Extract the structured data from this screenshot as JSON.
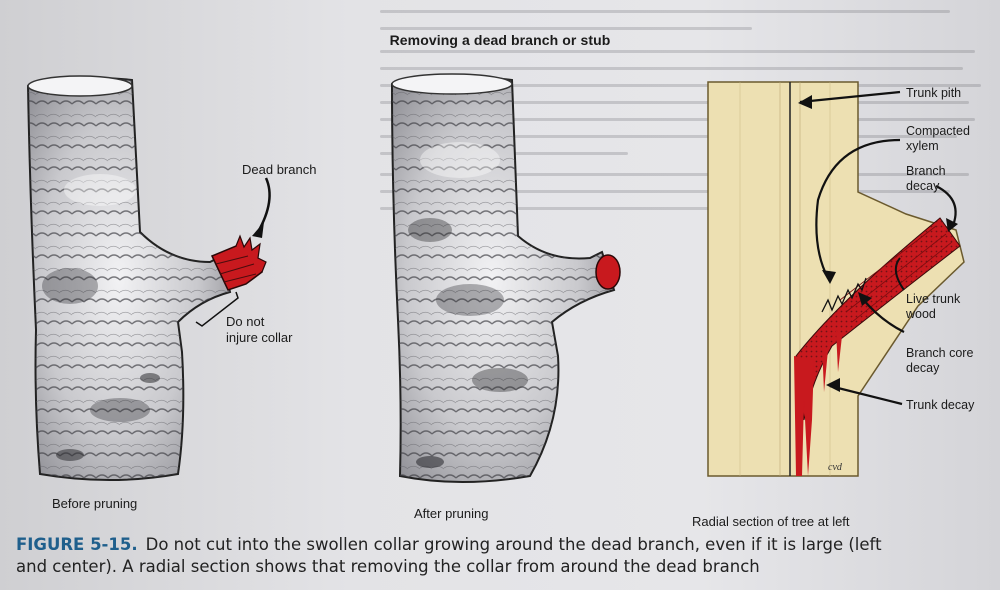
{
  "title": "Removing a dead branch or stub",
  "panels": {
    "before": {
      "caption": "Before pruning",
      "callouts": {
        "dead_branch": "Dead branch",
        "do_not_line1": "Do not",
        "do_not_line2": "injure collar"
      }
    },
    "after": {
      "caption": "After pruning"
    },
    "section": {
      "caption": "Radial section of tree at left",
      "labels": {
        "trunk_pith": "Trunk pith",
        "compacted_line1": "Compacted",
        "compacted_line2": "xylem",
        "branch_decay_line1": "Branch",
        "branch_decay_line2": "decay",
        "live_wood_line1": "Live trunk",
        "live_wood_line2": "wood",
        "core_decay_line1": "Branch core",
        "core_decay_line2": "decay",
        "trunk_decay": "Trunk decay"
      },
      "signature": "cvd"
    }
  },
  "figure": {
    "number": "FIGURE 5-15.",
    "text_line1": "Do not cut into the swollen collar growing around the dead branch, even if it is large (left",
    "text_line2": "and center). A radial section shows that removing the collar from around the dead branch"
  },
  "colors": {
    "decay_red": "#c8191e",
    "wood_tan": "#ede0b2",
    "bark_gray": "#cfcfd2",
    "figure_blue": "#1f5f8c"
  }
}
